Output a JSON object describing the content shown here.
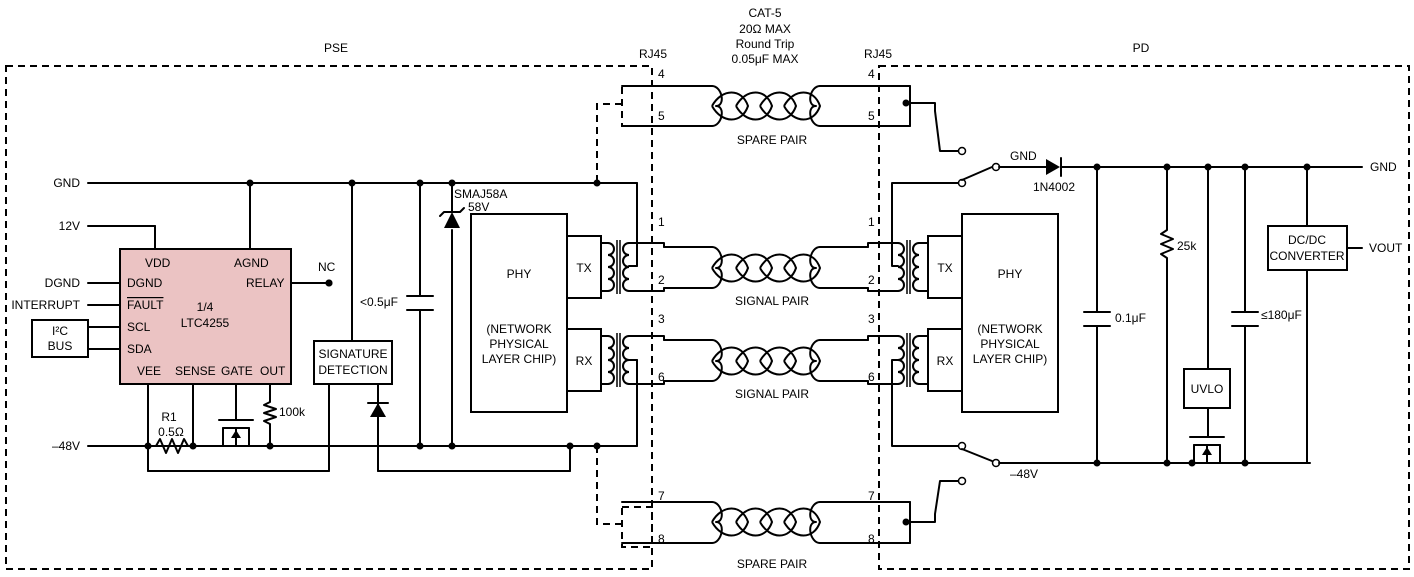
{
  "regions": {
    "pse": "PSE",
    "pd": "PD",
    "rj45_left": "RJ45",
    "rj45_right": "RJ45"
  },
  "cable": {
    "line1": "CAT-5",
    "line2": "20Ω MAX",
    "line3": "Round Trip",
    "line4": "0.05μF MAX"
  },
  "pairs": {
    "spare_top": "SPARE PAIR",
    "signal_1": "SIGNAL PAIR",
    "signal_2": "SIGNAL PAIR",
    "spare_bottom": "SPARE PAIR"
  },
  "pins": [
    "4",
    "5",
    "1",
    "2",
    "3",
    "6",
    "7",
    "8"
  ],
  "rails": {
    "gnd_left": "GND",
    "v12": "12V",
    "v48_left": "–48V",
    "gnd_pd": "GND",
    "gnd_out": "GND",
    "v48_pd": "–48V"
  },
  "signals": {
    "dgnd": "DGND",
    "interrupt": "INTERRUPT",
    "nc": "NC"
  },
  "i2c": {
    "line1": "I²C",
    "line2": "BUS"
  },
  "ic": {
    "vdd": "VDD",
    "agnd": "AGND",
    "dgnd": "DGND",
    "relay": "RELAY",
    "fault": "FAULT",
    "scl": "SCL",
    "sda": "SDA",
    "part1": "1/4",
    "part2": "LTC4255",
    "vee": "VEE",
    "sense": "SENSE",
    "gate": "GATE",
    "out": "OUT"
  },
  "components": {
    "r1": "R1",
    "r1_value": "0.5Ω",
    "r_100k": "100k",
    "cap_left": "<0.5μF",
    "tvs_part": "SMAJ58A",
    "tvs_voltage": "58V",
    "sig1": "SIGNATURE",
    "sig2": "DETECTION",
    "diode": "1N4002",
    "r_25k": "25k",
    "cap_01": "0.1μF",
    "cap_180": "≤180μF",
    "uvlo": "UVLO",
    "dcdc1": "DC/DC",
    "dcdc2": "CONVERTER",
    "vout": "VOUT"
  },
  "phy": {
    "title": "PHY",
    "desc1": "(NETWORK",
    "desc2": "PHYSICAL",
    "desc3": "LAYER CHIP)",
    "tx": "TX",
    "rx": "RX"
  },
  "colors": {
    "ic_fill": "#EBC3C3",
    "line": "#000000"
  }
}
